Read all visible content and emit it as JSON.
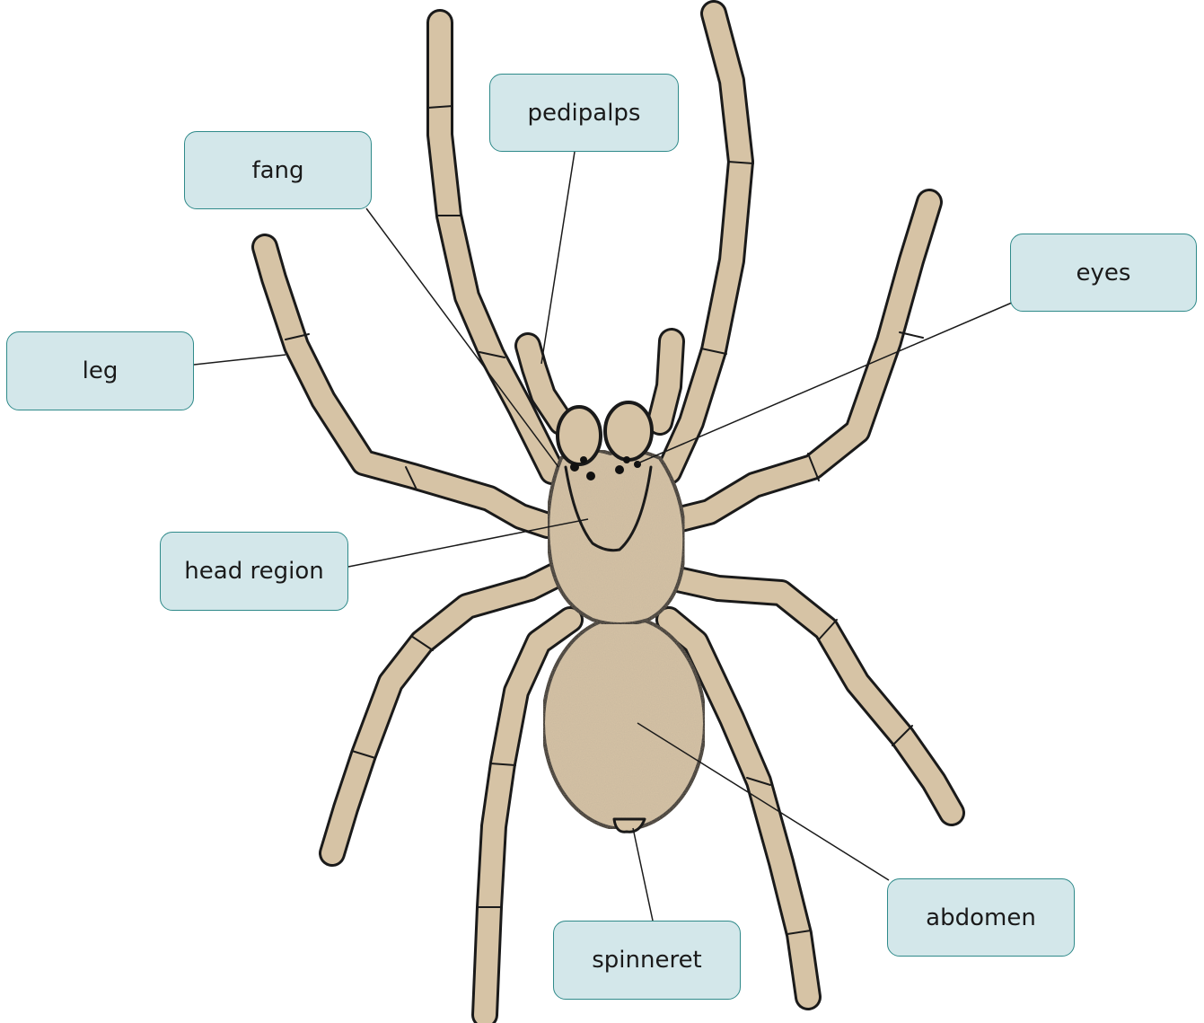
{
  "labels": {
    "pedipalps": "pedipalps",
    "fang": "fang",
    "eyes": "eyes",
    "leg": "leg",
    "head_region": "head region",
    "abdomen": "abdomen",
    "spinneret": "spinneret"
  },
  "colors": {
    "box_fill": "#d3e7ea",
    "box_border": "#2f8a8a",
    "body_fill": "#d6c3a5",
    "outline": "#1a1a1a"
  }
}
